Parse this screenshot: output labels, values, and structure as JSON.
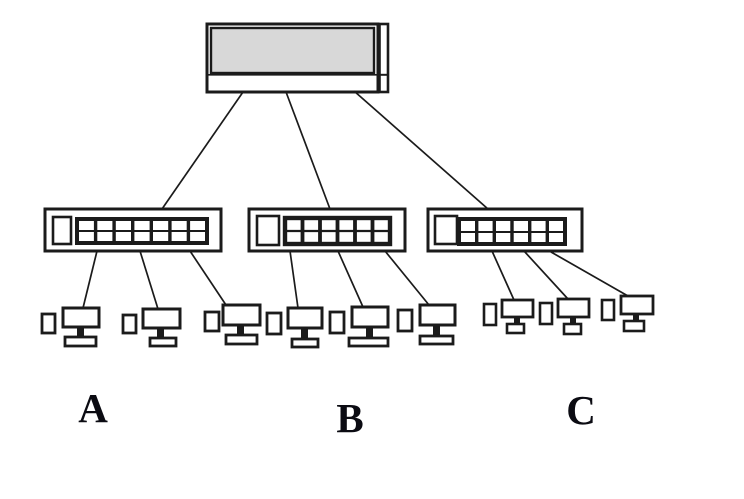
{
  "diagram": {
    "kind": "network-topology-tree",
    "background": "#ffffff",
    "line_color": "#1b1b1b",
    "root": {
      "name": "core-device",
      "description": "top hub/router box",
      "fill": "#d8d8d8"
    },
    "groups": [
      {
        "id": "A",
        "label": "A",
        "switch": "switch-a",
        "host_count": 3
      },
      {
        "id": "B",
        "label": "B",
        "switch": "switch-b",
        "host_count": 3
      },
      {
        "id": "C",
        "label": "C",
        "switch": "switch-c",
        "host_count": 3
      }
    ]
  }
}
